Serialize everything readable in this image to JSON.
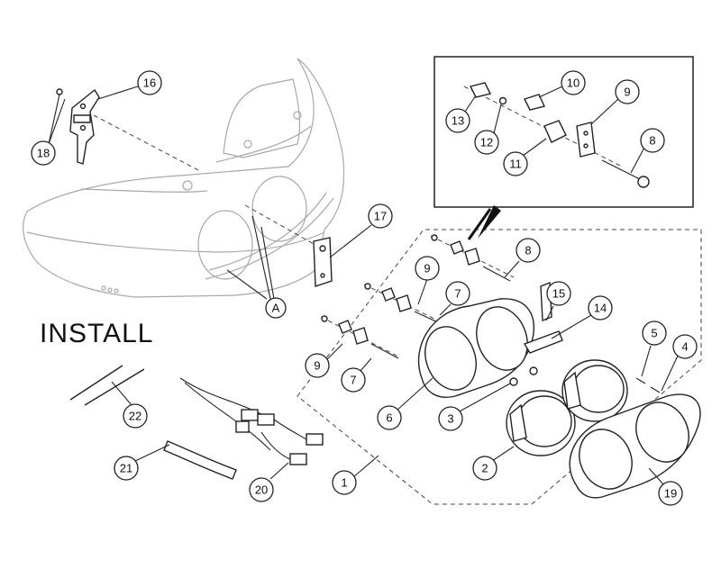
{
  "heading": "INSTALL",
  "callouts": {
    "c1": "1",
    "c2": "2",
    "c3": "3",
    "c4": "4",
    "c5": "5",
    "c6": "6",
    "c7a": "7",
    "c7b": "7",
    "c8a": "8",
    "c8b": "8",
    "c9a": "9",
    "c9b": "9",
    "c9c": "9",
    "c10": "10",
    "c11": "11",
    "c12": "12",
    "c13": "13",
    "c14": "14",
    "c15": "15",
    "c16": "16",
    "c17": "17",
    "c18": "18",
    "c19": "19",
    "c20": "20",
    "c21": "21",
    "c22": "22",
    "cA": "A"
  }
}
